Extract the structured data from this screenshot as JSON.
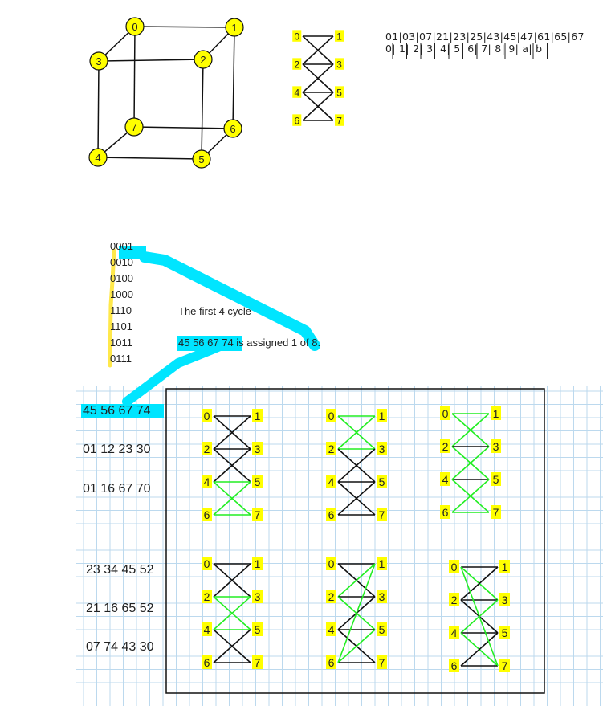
{
  "cube": {
    "nodes": [
      {
        "label": "0"
      },
      {
        "label": "1"
      },
      {
        "label": "2"
      },
      {
        "label": "3"
      },
      {
        "label": "4"
      },
      {
        "label": "5"
      },
      {
        "label": "6"
      },
      {
        "label": "7"
      }
    ]
  },
  "small_graph": {
    "labels": [
      "0",
      "1",
      "2",
      "3",
      "4",
      "5",
      "6",
      "7"
    ]
  },
  "code_table": {
    "top_row": "01|03|07|21|23|25|43|45|47|61|65|67",
    "bottom_row": "0| 1| 2| 3| 4| 5| 6| 7| 8| 9| a| b"
  },
  "bit_list": [
    "0001",
    "0010",
    "0100",
    "1000",
    "1110",
    "1101",
    "1011",
    "0111"
  ],
  "notes": {
    "first_cycle": "The first 4 cycle",
    "assigned": "45 56 67 74 is assigned 1 of 8."
  },
  "cycles": [
    "45 56 67 74",
    "01 12 23 30",
    "01 16 67 70",
    "23 34 45 52",
    "21 16 65 52",
    "07 74 43 30"
  ],
  "colors": {
    "node_fill": "#ffff00",
    "highlight": "#00e5ff",
    "green_edge": "#22ee22",
    "black_edge": "#111111",
    "grid": "#bcd9ee"
  }
}
